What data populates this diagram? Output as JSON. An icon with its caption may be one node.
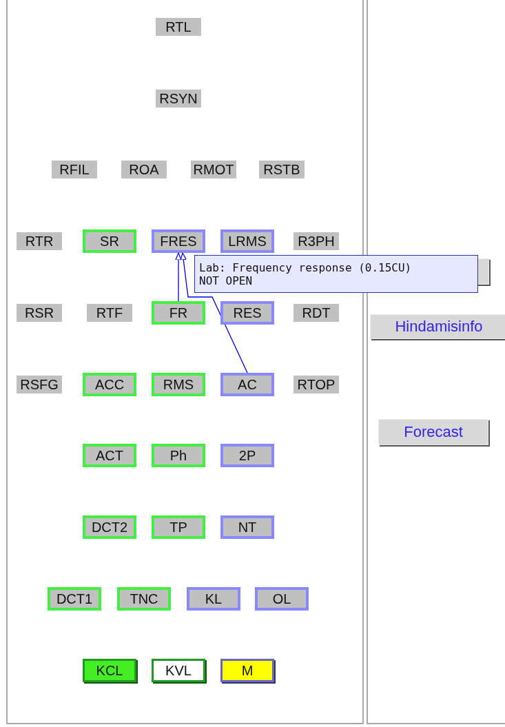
{
  "diagram": {
    "nodes": [
      {
        "text": [
          "RTL"
        ]
      },
      {
        "text": [
          "RSYN"
        ]
      },
      {
        "text": [
          "RFIL"
        ]
      },
      {
        "text": [
          "ROA"
        ]
      },
      {
        "text": [
          "RMOT"
        ]
      },
      {
        "text": [
          "RSTB"
        ]
      },
      {
        "text": [
          "RTR"
        ]
      },
      {
        "text": [
          "SR"
        ]
      },
      {
        "text": [
          "FRES"
        ]
      },
      {
        "text": [
          "LRMS"
        ]
      },
      {
        "text": [
          "R3PH"
        ]
      },
      {
        "text": [
          "RSR"
        ]
      },
      {
        "text": [
          "RTF"
        ]
      },
      {
        "text": [
          "FR"
        ]
      },
      {
        "text": [
          "RES"
        ]
      },
      {
        "text": [
          "RDT"
        ]
      },
      {
        "text": [
          "RSFG"
        ]
      },
      {
        "text": [
          "ACC"
        ]
      },
      {
        "text": [
          "RMS"
        ]
      },
      {
        "text": [
          "AC"
        ]
      },
      {
        "text": [
          "RTOP"
        ]
      },
      {
        "text": [
          "ACT"
        ]
      },
      {
        "text": [
          "Ph"
        ]
      },
      {
        "text": [
          "2P"
        ]
      },
      {
        "text": [
          "DCT2"
        ]
      },
      {
        "text": [
          "TP"
        ]
      },
      {
        "text": [
          "NT"
        ]
      },
      {
        "text": [
          "DCT1"
        ]
      },
      {
        "text": [
          "TNC"
        ]
      },
      {
        "text": [
          "KL"
        ]
      },
      {
        "text": [
          "OL"
        ]
      },
      {
        "text": [
          "KCL"
        ]
      },
      {
        "text": [
          "KVL"
        ]
      },
      {
        "text": [
          "M"
        ]
      },
      {
        "text": [
          "Lab: Frequency response (0.15CU)",
          "NOT OPEN"
        ]
      },
      {
        "text": [],
        "shape": "box"
      },
      {
        "text": [
          "Hindamisinfo"
        ]
      },
      {
        "text": [
          "Forecast"
        ]
      }
    ],
    "edges": [
      {
        "from": 13,
        "to": 8,
        "arrow": "to"
      },
      {
        "from": 19,
        "to": 8,
        "arrow": "to"
      }
    ]
  }
}
